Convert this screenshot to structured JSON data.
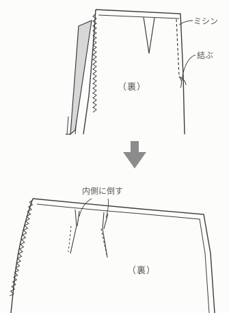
{
  "labels": {
    "top_ura": "（裏）",
    "machine": "ミシン",
    "knot": "結ぶ",
    "fold_inside": "内側に倒す",
    "bottom_ura": "（裏）"
  },
  "colors": {
    "line": "#3c3c3c",
    "arrow": "#8c8c8c",
    "inner_panel": "#d7d7d7",
    "text": "#5a5a5a"
  }
}
